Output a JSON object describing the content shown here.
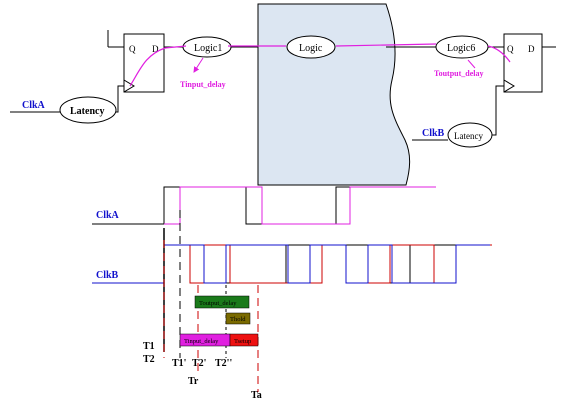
{
  "top_diagram": {
    "ff_left": {
      "q": "Q",
      "d": "D"
    },
    "ff_right": {
      "q": "Q",
      "d": "D"
    },
    "clouds": {
      "latency_a": "Latency",
      "logic1": "Logic1",
      "logic": "Logic",
      "logic6": "Logic6",
      "latency_b": "Latency"
    },
    "labels": {
      "tinput_delay": "Tinput_delay",
      "toutput_delay": "Toutput_delay",
      "clka": "ClkA",
      "clkb": "ClkB"
    }
  },
  "timing": {
    "labels": {
      "clka": "ClkA",
      "clkb": "ClkB",
      "t1": "T1",
      "t2": "T2",
      "t1p": "T1'",
      "t2p": "T2'",
      "t2pp": "T2''",
      "tr": "Tr",
      "ta": "Ta"
    },
    "boxes": {
      "toutput_delay": "Toutput_delay",
      "thold": "Thold",
      "tinput_delay": "Tinput_delay",
      "tsetup": "Tsetup"
    },
    "colors": {
      "clka_ideal": "#000000",
      "clka_actual": "#e020e0",
      "clkb_ideal": "#000000",
      "clkb_red": "#cc0000",
      "clkb_blue": "#1010cc",
      "toutput_box": "#1a7a1a",
      "thold_box": "#7a6a00",
      "tinput_box": "#e020e0",
      "tsetup_box": "#ee1111",
      "marker": "#cc0000",
      "cloud_block": "#dce6f2"
    }
  }
}
